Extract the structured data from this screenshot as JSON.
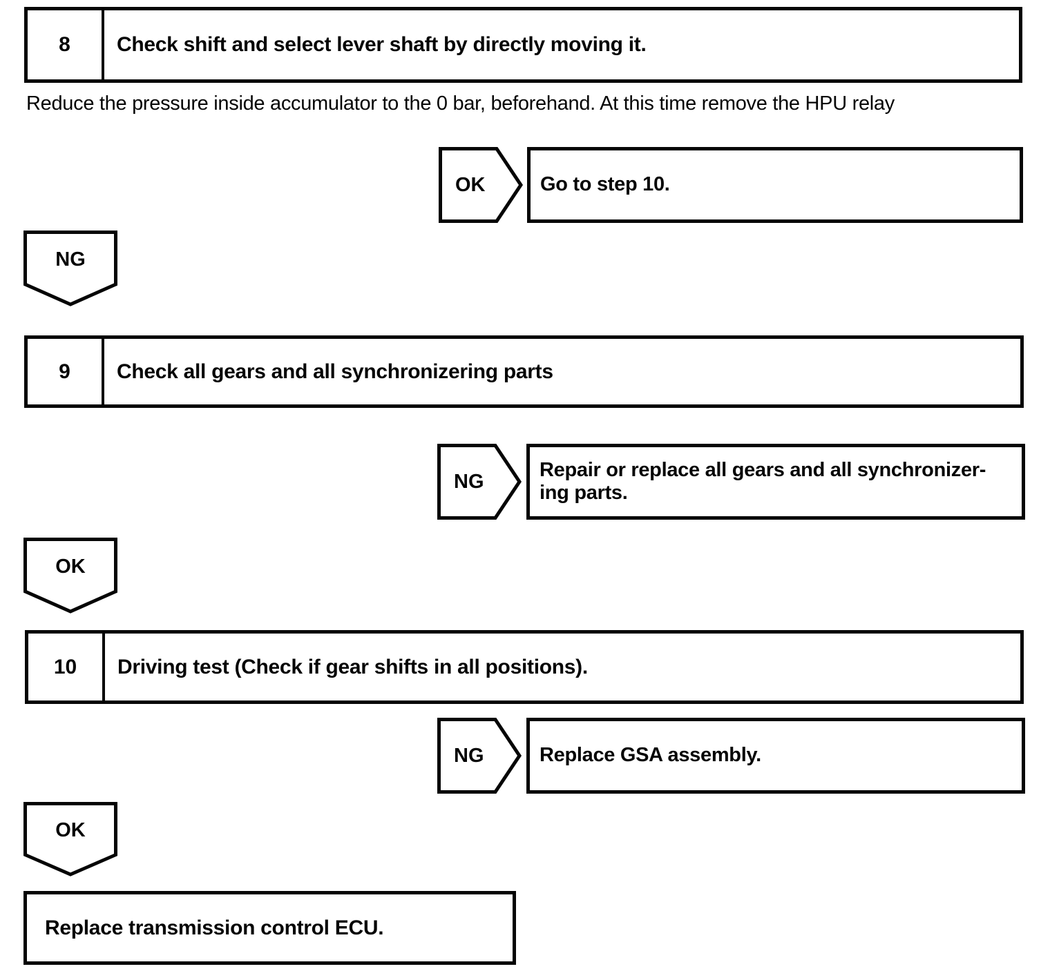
{
  "page": {
    "background": "#ffffff",
    "line_color": "#000000",
    "text_color": "#000000"
  },
  "flow": {
    "step8": {
      "number": "8",
      "title": "Check shift and select lever shaft by directly moving it."
    },
    "note": "Reduce the pressure inside accumulator to the 0 bar, beforehand. At this time remove the HPU relay",
    "branch8_ok": {
      "label": "OK",
      "result_line1": "Go to step 10."
    },
    "connector8_ng": {
      "label": "NG"
    },
    "step9": {
      "number": "9",
      "title": "Check all gears and all synchronizering parts"
    },
    "branch9_ng": {
      "label": "NG",
      "result_line1": "Repair or replace all gears and all synchronizer-",
      "result_line2": "ing parts."
    },
    "connector9_ok": {
      "label": "OK"
    },
    "step10": {
      "number": "10",
      "title": "Driving test (Check if gear shifts in all positions)."
    },
    "branch10_ng": {
      "label": "NG",
      "result_line1": "Replace GSA assembly."
    },
    "connector10_ok": {
      "label": "OK"
    },
    "final_action": {
      "text": "Replace transmission control ECU."
    }
  }
}
